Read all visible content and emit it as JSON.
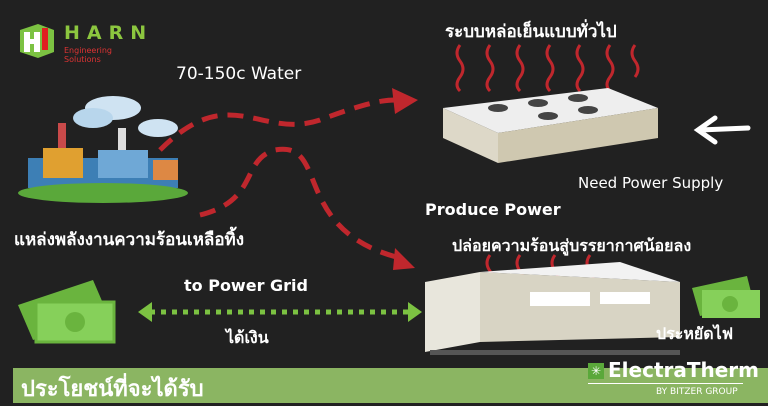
{
  "logo": {
    "name": "HARN",
    "tagline": "Engineering Solutions"
  },
  "labels": {
    "water": "70-150c Water",
    "waste_heat_source": "แหล่งพลังงานความร้อนเหลือทิ้ง",
    "conventional_cooling": "ระบบหล่อเย็นแบบทั่วไป",
    "need_power": "Need Power Supply",
    "produce_power": "Produce Power",
    "less_heat": "ปล่อยความร้อนสู่บรรยากาศน้อยลง",
    "to_grid": "to Power Grid",
    "earn_money": "ได้เงิน",
    "save_power": "ประหยัดไฟ"
  },
  "footer": {
    "title": "ประโยชน์ที่จะได้รับ",
    "brand": "ElectraTherm",
    "brand_sub": "BY BITZER GROUP"
  },
  "colors": {
    "background": "#212121",
    "accent_green": "#8bb562",
    "arrow_red": "#c0272d",
    "money_green": "#7dc64a"
  }
}
